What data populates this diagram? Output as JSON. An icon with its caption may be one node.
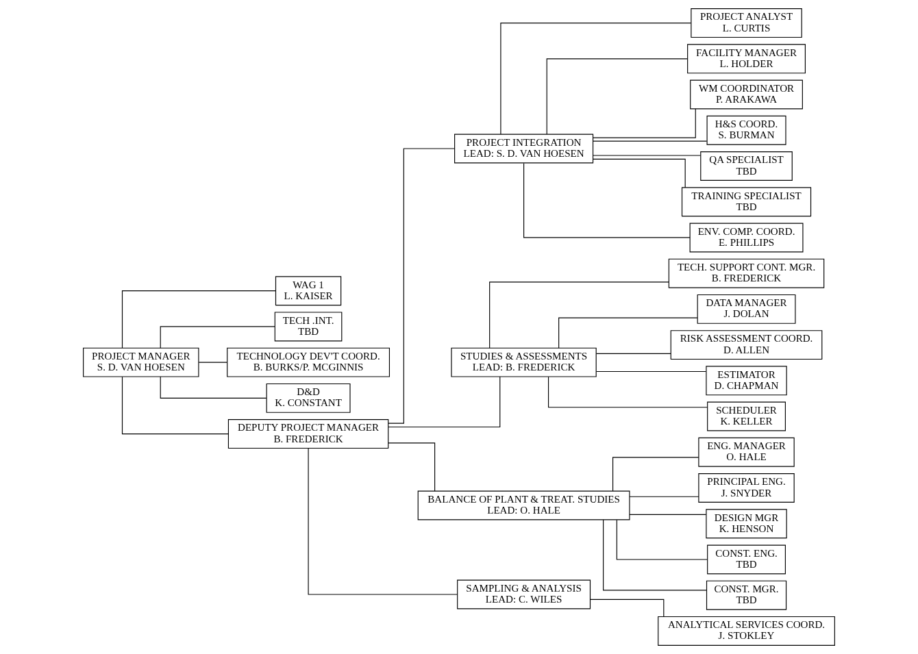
{
  "diagram": {
    "nodes": [
      {
        "text": [
          "PROJECT MANAGER",
          "S. D. VAN HOESEN"
        ]
      },
      {
        "text": [
          "WAG 1",
          "L. KAISER"
        ]
      },
      {
        "text": [
          "TECH .INT.",
          "TBD"
        ]
      },
      {
        "text": [
          "TECHNOLOGY DEV'T COORD.",
          "B. BURKS/P. MCGINNIS"
        ]
      },
      {
        "text": [
          "D&D",
          "K. CONSTANT"
        ]
      },
      {
        "text": [
          "DEPUTY PROJECT MANAGER",
          "B. FREDERICK"
        ]
      },
      {
        "text": [
          "PROJECT INTEGRATION",
          "LEAD: S. D. VAN HOESEN"
        ]
      },
      {
        "text": [
          "PROJECT ANALYST",
          "L. CURTIS"
        ]
      },
      {
        "text": [
          "FACILITY MANAGER",
          "L. HOLDER"
        ]
      },
      {
        "text": [
          "WM COORDINATOR",
          "P. ARAKAWA"
        ]
      },
      {
        "text": [
          "H&S COORD.",
          "S. BURMAN"
        ]
      },
      {
        "text": [
          "QA SPECIALIST",
          "TBD"
        ]
      },
      {
        "text": [
          "TRAINING SPECIALIST",
          "TBD"
        ]
      },
      {
        "text": [
          "ENV. COMP. COORD.",
          "E. PHILLIPS"
        ]
      },
      {
        "text": [
          "STUDIES & ASSESSMENTS",
          "LEAD: B. FREDERICK"
        ]
      },
      {
        "text": [
          "TECH. SUPPORT CONT. MGR.",
          "B. FREDERICK"
        ]
      },
      {
        "text": [
          "DATA MANAGER",
          "J. DOLAN"
        ]
      },
      {
        "text": [
          "RISK ASSESSMENT COORD.",
          "D. ALLEN"
        ]
      },
      {
        "text": [
          "ESTIMATOR",
          "D. CHAPMAN"
        ]
      },
      {
        "text": [
          "SCHEDULER",
          "K. KELLER"
        ]
      },
      {
        "text": [
          "BALANCE OF PLANT & TREAT. STUDIES",
          "LEAD: O. HALE"
        ]
      },
      {
        "text": [
          "ENG. MANAGER",
          "O. HALE"
        ]
      },
      {
        "text": [
          "PRINCIPAL ENG.",
          "J. SNYDER"
        ]
      },
      {
        "text": [
          "DESIGN MGR",
          "K. HENSON"
        ]
      },
      {
        "text": [
          "CONST. ENG.",
          "TBD"
        ]
      },
      {
        "text": [
          "CONST. MGR.",
          "TBD"
        ]
      },
      {
        "text": [
          "SAMPLING & ANALYSIS",
          "LEAD: C. WILES"
        ]
      },
      {
        "text": [
          "ANALYTICAL SERVICES COORD.",
          "J. STOKLEY"
        ]
      }
    ],
    "edges": [
      {
        "from": 0,
        "to": 1,
        "arrow": "none"
      },
      {
        "from": 0,
        "to": 2,
        "arrow": "none"
      },
      {
        "from": 0,
        "to": 3,
        "arrow": "none"
      },
      {
        "from": 0,
        "to": 4,
        "arrow": "none"
      },
      {
        "from": 0,
        "to": 5,
        "arrow": "none"
      },
      {
        "from": 5,
        "to": 6,
        "arrow": "none"
      },
      {
        "from": 5,
        "to": 14,
        "arrow": "none"
      },
      {
        "from": 5,
        "to": 20,
        "arrow": "none"
      },
      {
        "from": 5,
        "to": 26,
        "arrow": "none"
      },
      {
        "from": 6,
        "to": 7,
        "arrow": "none"
      },
      {
        "from": 6,
        "to": 8,
        "arrow": "none"
      },
      {
        "from": 6,
        "to": 9,
        "arrow": "none"
      },
      {
        "from": 6,
        "to": 10,
        "arrow": "none"
      },
      {
        "from": 6,
        "to": 11,
        "arrow": "none"
      },
      {
        "from": 6,
        "to": 12,
        "arrow": "none"
      },
      {
        "from": 6,
        "to": 13,
        "arrow": "none"
      },
      {
        "from": 14,
        "to": 15,
        "arrow": "none"
      },
      {
        "from": 14,
        "to": 16,
        "arrow": "none"
      },
      {
        "from": 14,
        "to": 17,
        "arrow": "none"
      },
      {
        "from": 14,
        "to": 18,
        "arrow": "none"
      },
      {
        "from": 14,
        "to": 19,
        "arrow": "none"
      },
      {
        "from": 20,
        "to": 21,
        "arrow": "none"
      },
      {
        "from": 20,
        "to": 22,
        "arrow": "none"
      },
      {
        "from": 20,
        "to": 23,
        "arrow": "none"
      },
      {
        "from": 20,
        "to": 24,
        "arrow": "none"
      },
      {
        "from": 20,
        "to": 25,
        "arrow": "none"
      },
      {
        "from": 26,
        "to": 27,
        "arrow": "none"
      }
    ]
  }
}
